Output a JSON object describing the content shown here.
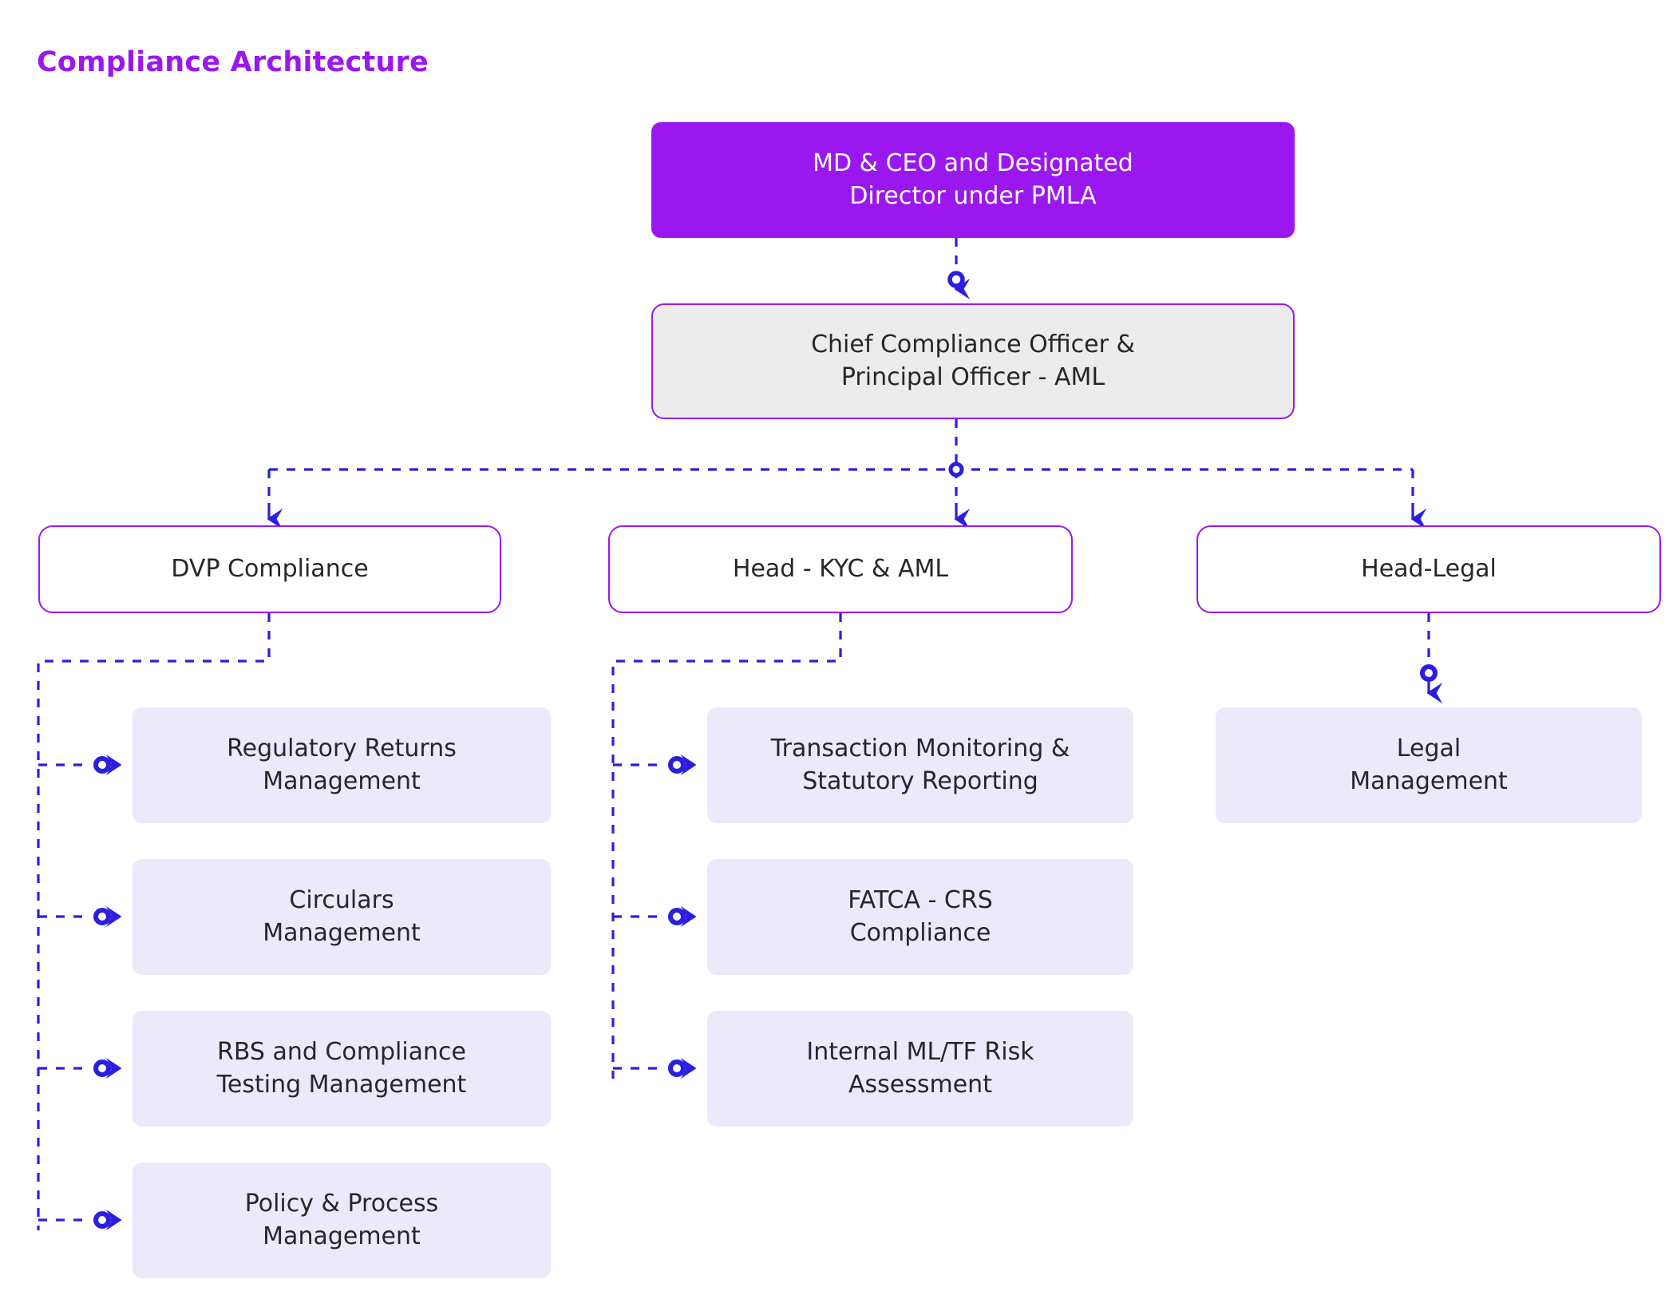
{
  "page": {
    "title": "Compliance Architecture",
    "background": "#FFFFFF"
  },
  "colors": {
    "accent_violet": "#9B17F0",
    "connector_blue": "#2B1FDE",
    "leaf_fill": "#ECE9FA",
    "cco_fill": "#ECECEC",
    "text_dark": "#26262B",
    "text_light": "#FFFFFF"
  },
  "chart_data": {
    "type": "diagram",
    "subtype": "organization-hierarchy",
    "title": "Compliance Architecture",
    "orientation": "top-down",
    "connector_style": "dashed",
    "nodes": [
      {
        "id": "md-ceo",
        "label": "MD & CEO and Designated Director under PMLA",
        "level": 0,
        "style": "filled-violet"
      },
      {
        "id": "cco",
        "label": "Chief Compliance Officer & Principal Officer - AML",
        "level": 1,
        "style": "grey-outlined"
      },
      {
        "id": "dvp",
        "label": "DVP Compliance",
        "level": 2,
        "style": "white-outlined"
      },
      {
        "id": "kyc",
        "label": "Head - KYC & AML",
        "level": 2,
        "style": "white-outlined"
      },
      {
        "id": "legal",
        "label": "Head-Legal",
        "level": 2,
        "style": "white-outlined"
      },
      {
        "id": "rrm",
        "label": "Regulatory Returns Management",
        "level": 3,
        "style": "lavender-fill"
      },
      {
        "id": "cm",
        "label": "Circulars Management",
        "level": 3,
        "style": "lavender-fill"
      },
      {
        "id": "rbs",
        "label": "RBS and Compliance Testing Management",
        "level": 3,
        "style": "lavender-fill"
      },
      {
        "id": "ppm",
        "label": "Policy & Process Management",
        "level": 3,
        "style": "lavender-fill"
      },
      {
        "id": "tmsr",
        "label": "Transaction Monitoring & Statutory Reporting",
        "level": 3,
        "style": "lavender-fill"
      },
      {
        "id": "fatca",
        "label": "FATCA - CRS Compliance",
        "level": 3,
        "style": "lavender-fill"
      },
      {
        "id": "mltf",
        "label": "Internal ML/TF Risk Assessment",
        "level": 3,
        "style": "lavender-fill"
      },
      {
        "id": "legalmgmt",
        "label": "Legal Management",
        "level": 3,
        "style": "lavender-fill"
      }
    ],
    "edges": [
      {
        "from": "md-ceo",
        "to": "cco"
      },
      {
        "from": "cco",
        "to": "dvp"
      },
      {
        "from": "cco",
        "to": "kyc"
      },
      {
        "from": "cco",
        "to": "legal"
      },
      {
        "from": "dvp",
        "to": "rrm"
      },
      {
        "from": "dvp",
        "to": "cm"
      },
      {
        "from": "dvp",
        "to": "rbs"
      },
      {
        "from": "dvp",
        "to": "ppm"
      },
      {
        "from": "kyc",
        "to": "tmsr"
      },
      {
        "from": "kyc",
        "to": "fatca"
      },
      {
        "from": "kyc",
        "to": "mltf"
      },
      {
        "from": "legal",
        "to": "legalmgmt"
      }
    ]
  },
  "nodes": {
    "root": {
      "line1": "MD & CEO and Designated",
      "line2": "Director under PMLA"
    },
    "cco": {
      "line1": "Chief Compliance Officer &",
      "line2": "Principal Officer - AML"
    },
    "dvp": {
      "line1": "DVP Compliance"
    },
    "kyc": {
      "line1": "Head - KYC & AML"
    },
    "legal": {
      "line1": "Head-Legal"
    },
    "rrm": {
      "line1": "Regulatory Returns",
      "line2": "Management"
    },
    "cm": {
      "line1": "Circulars",
      "line2": "Management"
    },
    "rbs": {
      "line1": "RBS and Compliance",
      "line2": "Testing Management"
    },
    "ppm": {
      "line1": "Policy & Process",
      "line2": "Management"
    },
    "tmsr": {
      "line1": "Transaction Monitoring &",
      "line2": "Statutory Reporting"
    },
    "fatca": {
      "line1": "FATCA - CRS",
      "line2": "Compliance"
    },
    "mltf": {
      "line1": "Internal ML/TF Risk",
      "line2": "Assessment"
    },
    "legalmgmt": {
      "line1": "Legal",
      "line2": "Management"
    }
  }
}
